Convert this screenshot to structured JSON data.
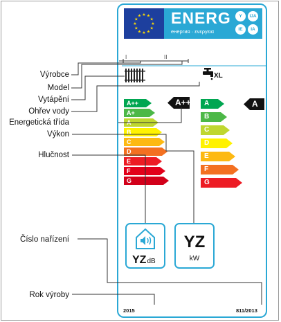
{
  "callouts": {
    "vyrobce": "Výrobce",
    "model": "Model",
    "vytapeni": "Vytápění",
    "ohrev_vody": "Ohřev vody",
    "energeticka_trida": "Energetická třída",
    "vykon": "Výkon",
    "hlucnost": "Hlučnost",
    "cislo_narizeni": "Číslo nařízení",
    "rok_vyroby": "Rok výroby"
  },
  "header": {
    "energ": "ENERG",
    "subtitle": "енергия · ενεργεια",
    "suffixes": [
      "Y",
      "IJA",
      "IE",
      "IA"
    ],
    "supplier_marks": [
      "I",
      "II"
    ]
  },
  "colors": {
    "frame_blue": "#2aa8d5",
    "eu_blue": "#1d3f9e",
    "eu_star": "#ffdd00"
  },
  "heating_scale": {
    "icon": "radiator-icon",
    "classes": [
      {
        "label": "A++",
        "color": "#00a651"
      },
      {
        "label": "A+",
        "color": "#4cb847"
      },
      {
        "label": "A",
        "color": "#bfd730"
      },
      {
        "label": "B",
        "color": "#fff200"
      },
      {
        "label": "C",
        "color": "#fdb913"
      },
      {
        "label": "D",
        "color": "#f37021"
      },
      {
        "label": "E",
        "color": "#ed1c24"
      },
      {
        "label": "F",
        "color": "#e2001a"
      },
      {
        "label": "G",
        "color": "#d2001a"
      }
    ],
    "rating": "A++"
  },
  "water_scale": {
    "icon": "water-tap-icon",
    "profile": "XL",
    "classes": [
      {
        "label": "A",
        "color": "#00a651"
      },
      {
        "label": "B",
        "color": "#4cb847"
      },
      {
        "label": "C",
        "color": "#bfd730"
      },
      {
        "label": "D",
        "color": "#fff200"
      },
      {
        "label": "E",
        "color": "#fdb913"
      },
      {
        "label": "F",
        "color": "#f37021"
      },
      {
        "label": "G",
        "color": "#ed1c24"
      }
    ],
    "rating": "A"
  },
  "noise_box": {
    "icon": "speaker-house-icon",
    "value": "YZ",
    "unit": "dB"
  },
  "power_box": {
    "value": "YZ",
    "unit": "kW"
  },
  "footer": {
    "year": "2015",
    "regulation": "811/2013"
  }
}
